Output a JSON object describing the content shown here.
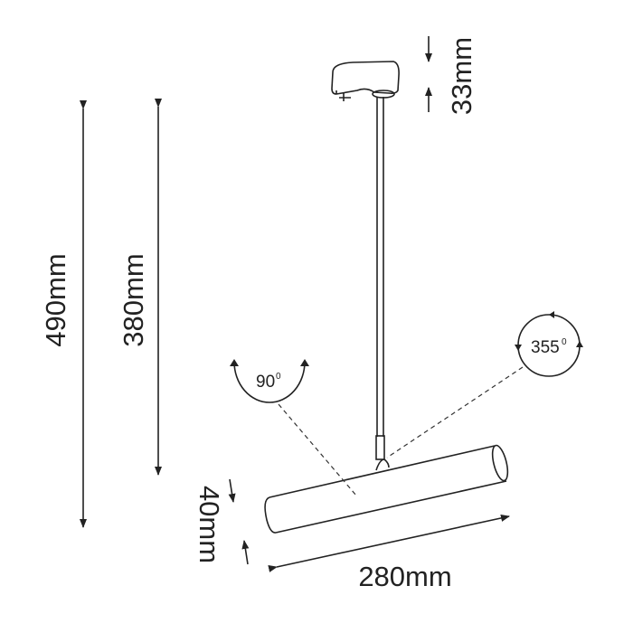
{
  "dimensions": {
    "total_height": "490mm",
    "drop_height": "380mm",
    "adapter_height": "33mm",
    "tube_diameter": "40mm",
    "tube_length": "280mm"
  },
  "rotations": {
    "tilt": {
      "value": "90",
      "unit": "0"
    },
    "swivel": {
      "value": "355",
      "unit": "0"
    }
  },
  "colors": {
    "line": "#222222",
    "background": "#ffffff"
  }
}
